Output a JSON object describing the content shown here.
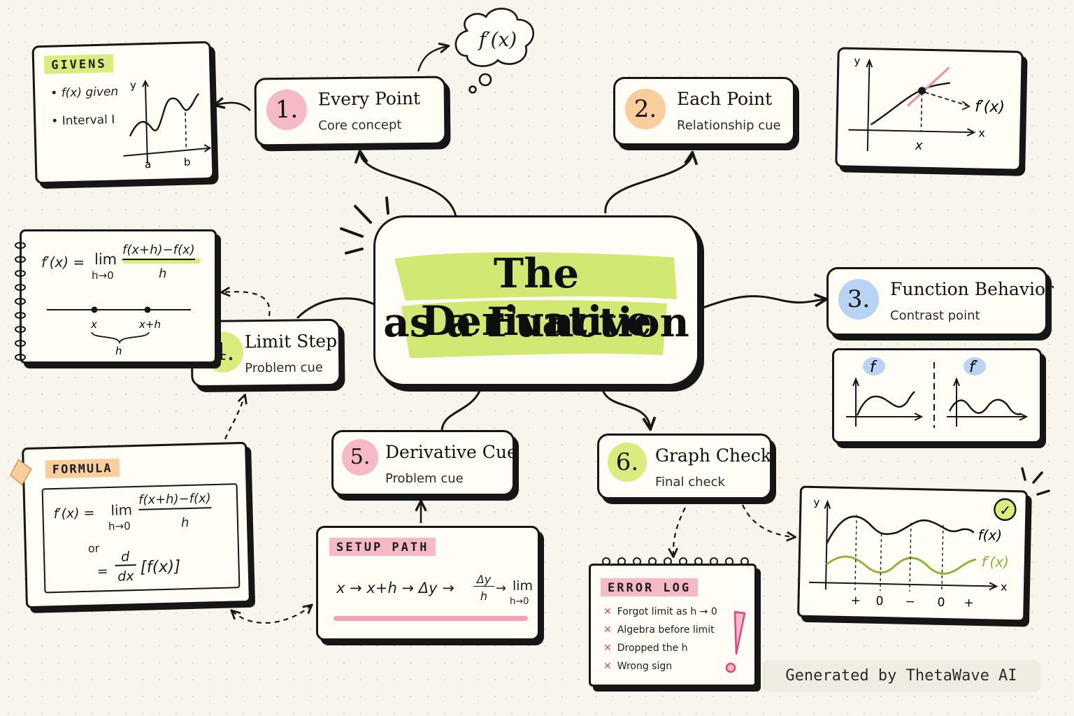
{
  "center": {
    "title_line1": "The Derivative",
    "title_line2": "as a Function"
  },
  "nodes": [
    {
      "num": "1.",
      "title": "Every Point",
      "subtitle": "Core concept",
      "color": "#f6b9c6"
    },
    {
      "num": "2.",
      "title": "Each Point",
      "subtitle": "Relationship cue",
      "color": "#f8cf9c"
    },
    {
      "num": "3.",
      "title": "Function Behavior",
      "subtitle": "Contrast point",
      "color": "#b9d3f2"
    },
    {
      "num": "4.",
      "title": "Limit Step",
      "subtitle": "Problem cue",
      "color": "#d9ec7d"
    },
    {
      "num": "5.",
      "title": "Derivative Cue",
      "subtitle": "Problem cue",
      "color": "#f6b9c6"
    },
    {
      "num": "6.",
      "title": "Graph Check",
      "subtitle": "Final check",
      "color": "#d9ec7d"
    }
  ],
  "thought_bubble": "f′(x)",
  "givens": {
    "tag": "GIVENS",
    "items": [
      "f(x) given",
      "Interval I"
    ],
    "axis_y": "y",
    "tick_a": "a",
    "tick_b": "b"
  },
  "tangent_sketch": {
    "axis_y": "y",
    "axis_x": "x",
    "point_x": "x",
    "label": "f′(x)"
  },
  "compare_sketch": {
    "left": "f",
    "right": "f′"
  },
  "notebook": {
    "lhs": "f′(x) =",
    "lim": "lim",
    "lim_sub": "h→0",
    "numerator": "f(x+h)−f(x)",
    "denominator": "h",
    "point1": "x",
    "point2": "x+h",
    "gap": "h"
  },
  "formula": {
    "tag": "FORMULA",
    "lhs": "f′(x) =",
    "lim": "lim",
    "lim_sub": "h→0",
    "numerator": "f(x+h)−f(x)",
    "denominator": "h",
    "or": "or",
    "equals": "=",
    "d_num": "d",
    "d_den": "dx",
    "bracket": "[f(x)]"
  },
  "setup_path": {
    "tag": "SETUP PATH",
    "s1": "x",
    "s2": "x+h",
    "s3": "Δy",
    "s4_num": "Δy",
    "s4_den": "h",
    "s5": "lim",
    "s5_sub": "h→0",
    "arrow": "→"
  },
  "error_log": {
    "tag": "ERROR LOG",
    "items": [
      "Forgot limit as h → 0",
      "Algebra before limit",
      "Dropped the h",
      "Wrong sign"
    ],
    "mark": "✕"
  },
  "graph_check": {
    "axis_y": "y",
    "axis_x": "x",
    "f_label": "f(x)",
    "fp_label": "f′(x)",
    "signs": [
      "+",
      "0",
      "−",
      "0",
      "+"
    ],
    "check_icon": "✓"
  },
  "footer": "Generated by ThetaWave AI",
  "colors": {
    "highlight_green": "#cfe86a",
    "pink": "#f6b9c6",
    "orange": "#f8cf9c",
    "blue": "#b9d3f2",
    "green": "#d9ec7d",
    "ink": "#161616",
    "error_pink": "#e0457b",
    "fp_curve": "#8fb02b"
  }
}
